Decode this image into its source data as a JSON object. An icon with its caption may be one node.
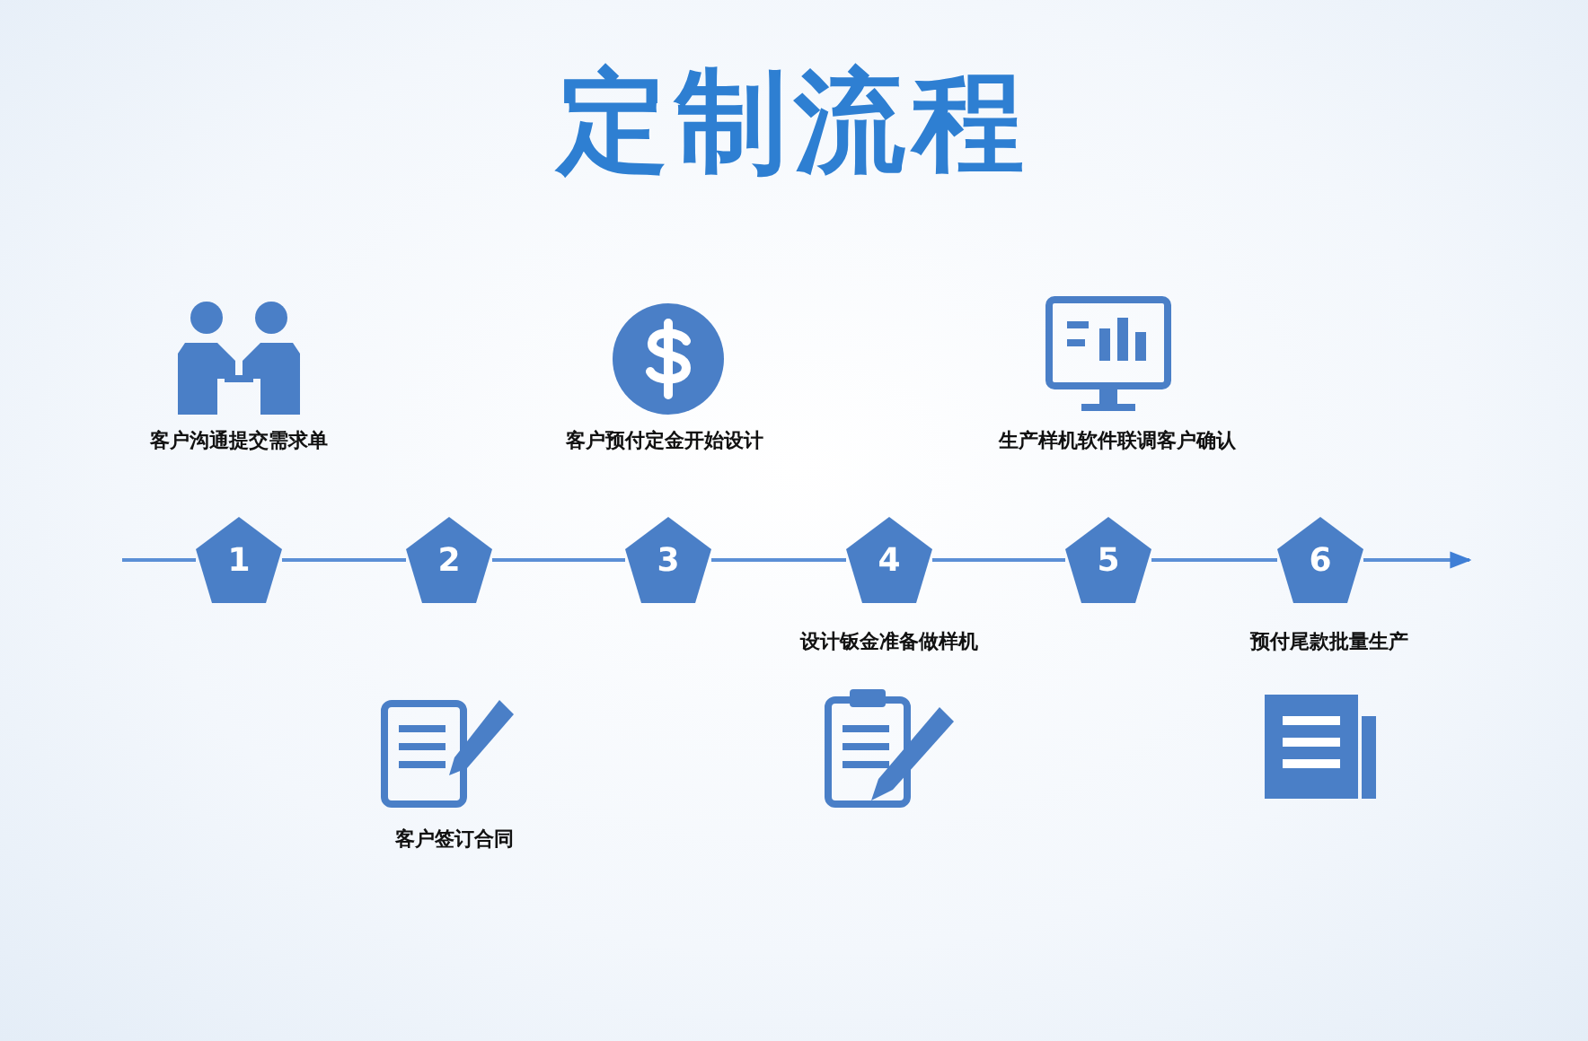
{
  "diagram": {
    "title": "定制流程",
    "nodes": [
      {
        "text": [
          "1"
        ]
      },
      {
        "text": [
          "2"
        ]
      },
      {
        "text": [
          "3"
        ]
      },
      {
        "text": [
          "4"
        ]
      },
      {
        "text": [
          "5"
        ]
      },
      {
        "text": [
          "6"
        ]
      }
    ],
    "edges": [
      {
        "from": null,
        "to": 0,
        "arrow": "none"
      },
      {
        "from": 0,
        "to": 1,
        "arrow": "none"
      },
      {
        "from": 1,
        "to": 2,
        "arrow": "none"
      },
      {
        "from": 2,
        "to": 3,
        "arrow": "none"
      },
      {
        "from": 3,
        "to": 4,
        "arrow": "none"
      },
      {
        "from": 4,
        "to": 5,
        "arrow": "none"
      },
      {
        "from": 5,
        "to": null,
        "arrow": "to"
      }
    ],
    "labels": [
      "客户沟通提交需求单",
      "客户预付定金开始设计",
      "生产样机软件联调客户确认",
      "设计钣金准备做样机",
      "预付尾款批量生产",
      "客户签订合同"
    ]
  }
}
